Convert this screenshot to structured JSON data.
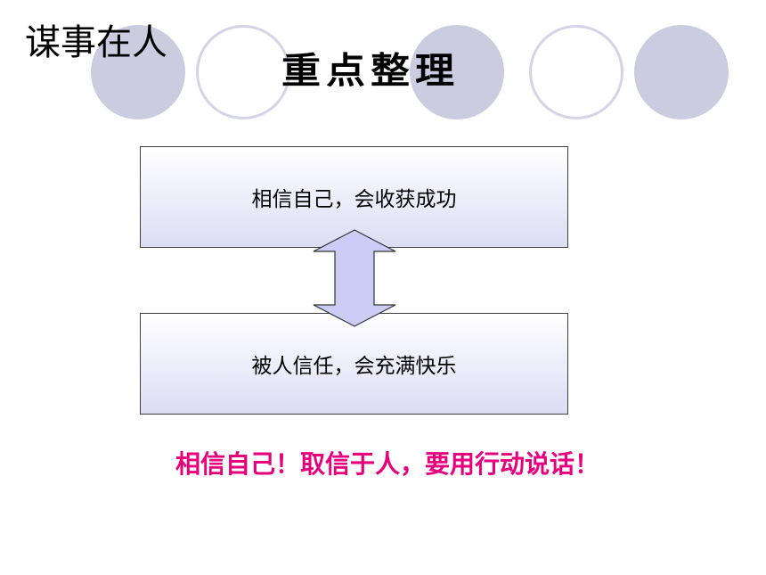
{
  "slide": {
    "subject": "谋事在人",
    "heading": "重点整理",
    "boxes": [
      {
        "text": "相信自己，会收获成功"
      },
      {
        "text": "被人信任，会充满快乐"
      }
    ],
    "slogan": "相信自己！取信于人，要用行动说话！"
  },
  "colors": {
    "circle_filled": "#cccce0",
    "circle_outline": "#d4d4e6",
    "box_border": "#404040",
    "box_gradient_end": "#dcdcf4",
    "arrow_fill": "#ccccf6",
    "slogan": "#e6007e"
  }
}
